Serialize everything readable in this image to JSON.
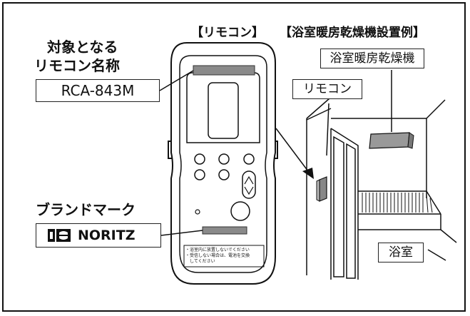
{
  "heading_remote": "【リモコン】",
  "heading_example": "【浴室暖房乾燥機設置例】",
  "target_remote_label_line1": "対象となる",
  "target_remote_label_line2": "リモコン名称",
  "model_name": "RCA-843M",
  "brand_mark_label": "ブランドマーク",
  "brand_name": "NORITZ",
  "dryer_label": "浴室暖房乾燥機",
  "remote_label": "リモコン",
  "bathroom_label": "浴室",
  "remote_warning_line1": "・浴室内に放置しないでください",
  "remote_warning_line2": "・受信しない場合は、電池を交換",
  "remote_warning_line3": "　してください"
}
